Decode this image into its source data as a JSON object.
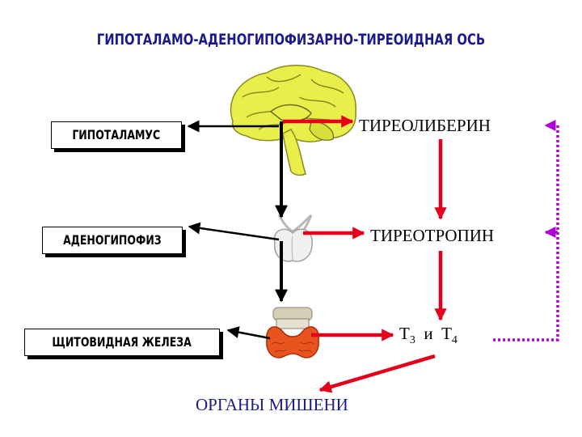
{
  "title": "ГИПОТАЛАМО-АДЕНОГИПОФИЗАРНО-ТИРЕОИДНАЯ ОСЬ",
  "organs": {
    "hypothalamus": "ГИПОТАЛАМУС",
    "adenohypophysis": "АДЕНОГИПОФИЗ",
    "thyroid": "ЩИТОВИДНАЯ ЖЕЛЕЗА"
  },
  "hormones": {
    "thyroliberin": "ТИРЕОЛИБЕРИН",
    "thyrotropin": "ТИРЕОТРОПИН",
    "t3_base": "Т",
    "t3_sub": "3",
    "and": "и",
    "t4_base": "Т",
    "t4_sub": "4"
  },
  "targets": "ОРГАНЫ МИШЕНИ",
  "colors": {
    "title": "#1a1a8c",
    "red_arrow": "#e4001b",
    "feedback": "#b000d8",
    "black_arrow": "#000000"
  },
  "icons": [
    "brain-icon",
    "pituitary-icon",
    "thyroid-icon"
  ]
}
